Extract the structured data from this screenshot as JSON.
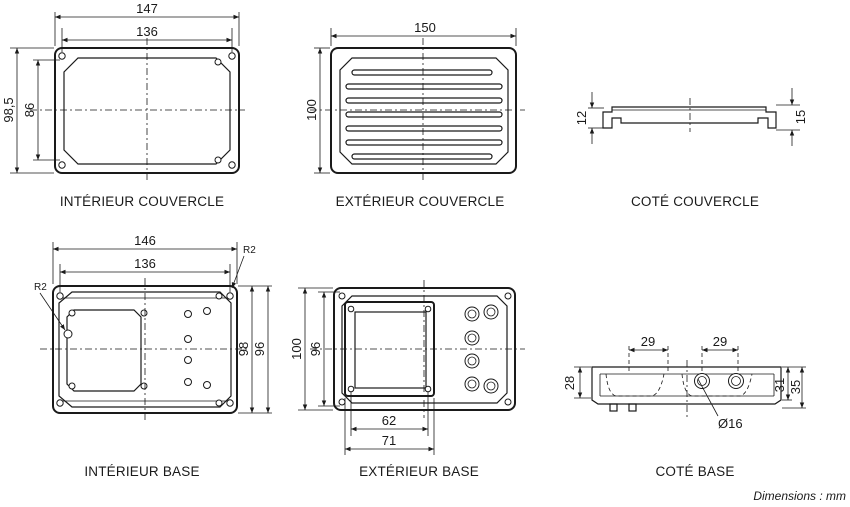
{
  "views": {
    "interieur_couvercle": {
      "caption": "INTÉRIEUR COUVERCLE",
      "dim_width_outer": "147",
      "dim_width_inner": "136",
      "dim_height_outer": "98,5",
      "dim_height_inner": "86"
    },
    "exterieur_couvercle": {
      "caption": "EXTÉRIEUR COUVERCLE",
      "dim_width": "150",
      "dim_height": "100"
    },
    "cote_couvercle": {
      "caption": "COTÉ COUVERCLE",
      "dim_left": "12",
      "dim_right": "15"
    },
    "interieur_base": {
      "caption": "INTÉRIEUR BASE",
      "dim_width_outer": "146",
      "dim_width_inner": "136",
      "dim_height_outer": "96",
      "dim_height_inner": "98",
      "radius_top": "R2",
      "radius_left": "R2"
    },
    "exterieur_base": {
      "caption": "EXTÉRIEUR BASE",
      "dim_height_outer": "100",
      "dim_height_inner": "96",
      "dim_width_inner": "62",
      "dim_width_outer": "71"
    },
    "cote_base": {
      "caption": "COTÉ BASE",
      "dim_left_gap": "29",
      "dim_right_gap": "29",
      "dim_height_left": "28",
      "dim_height_inner": "31",
      "dim_height_outer": "35",
      "dim_diameter": "Ø16"
    }
  },
  "footer_note": "Dimensions : mm"
}
